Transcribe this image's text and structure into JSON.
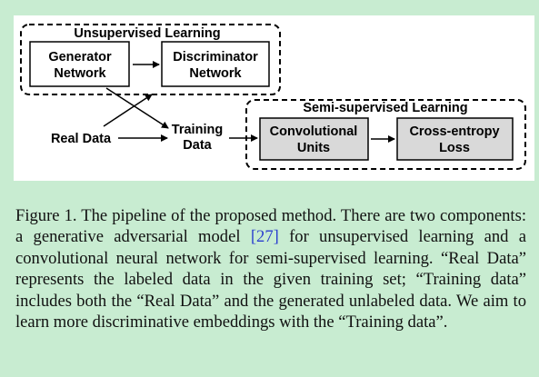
{
  "diagram": {
    "unsupervised_group_label": "Unsupervised Learning",
    "semi_supervised_group_label": "Semi-supervised Learning",
    "generator": [
      "Generator",
      "Network"
    ],
    "discriminator": [
      "Discriminator",
      "Network"
    ],
    "real_data": "Real Data",
    "training_data": [
      "Training",
      "Data"
    ],
    "convolutional": [
      "Convolutional",
      "Units"
    ],
    "cross_entropy": [
      "Cross-entropy",
      "Loss"
    ]
  },
  "caption": {
    "prefix": "Figure 1. The pipeline of the proposed method.  There are two components: a generative adversarial model",
    "citation": "27",
    "suffix": "for unsupervised learning and a convolutional neural network for semi-supervised learning.  “Real Data” represents the labeled data in the given training set; “Training data” includes both the “Real Data” and the generated unlabeled data. We aim to learn more discriminative embeddings with the “Training data”."
  }
}
